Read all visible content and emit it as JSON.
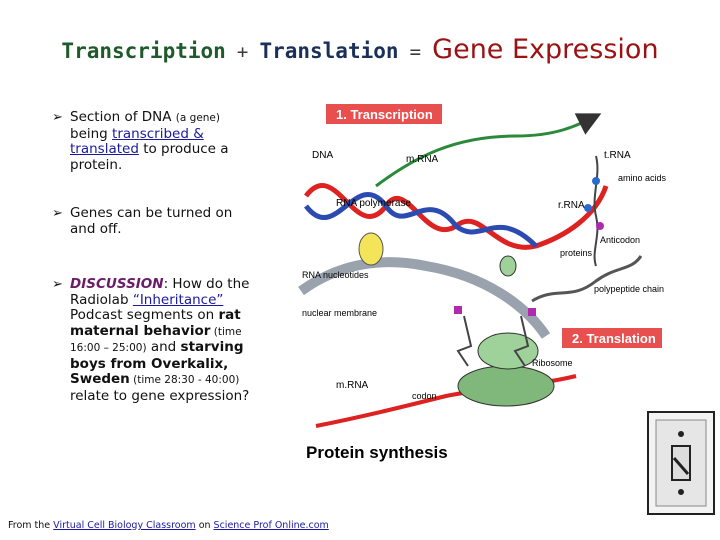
{
  "title": {
    "part1": "Transcription",
    "plus": "+",
    "part2": "Translation",
    "equals": "=",
    "part3": "Gene Expression"
  },
  "bullets": {
    "b1_line_a": "Section of DNA ",
    "b1_small": "(a gene)",
    "b1_line_b": " being ",
    "b1_link": "transcribed & translated",
    "b1_line_c": " to produce a protein.",
    "b2": "Genes can be turned on and off.",
    "b3_disc": "DISCUSSION",
    "b3_a": ": How do the Radiolab ",
    "b3_link": "“Inheritance”",
    "b3_b": " Podcast segments on ",
    "b3_rat": "rat maternal behavior",
    "b3_time1": " (time 16:00 – 25:00)",
    "b3_c": " and ",
    "b3_boys": "starving boys from Overkalix, Sweden",
    "b3_time2": " (time 28:30 - 40:00)",
    "b3_d": " relate to gene expression?"
  },
  "footer": {
    "prefix": "From the ",
    "link1": "Virtual Cell Biology Classroom",
    "middle": " on ",
    "link2": "Science Prof Online.com"
  },
  "diagram": {
    "label_transcription": "1. Transcription",
    "label_translation": "2. Translation",
    "dna": "DNA",
    "mrna_top": "m.RNA",
    "trna": "t.RNA",
    "amino_acids": "amino acids",
    "rna_polymerase": "RNA polymerase",
    "rrna": "r.RNA",
    "anticodon": "Anticodon",
    "proteins": "proteins",
    "rna_nucleotides": "RNA nucleotides",
    "polypeptide_chain": "polypeptide chain",
    "nuclear_membrane": "nuclear membrane",
    "ribosome": "Ribosome",
    "codon": "codon",
    "mrna_bottom": "m.RNA",
    "caption": "Protein synthesis"
  },
  "colors": {
    "title_green": "#1f5a2a",
    "title_blue": "#1a2f5a",
    "title_red": "#9b1212",
    "label_red": "#e85050"
  }
}
